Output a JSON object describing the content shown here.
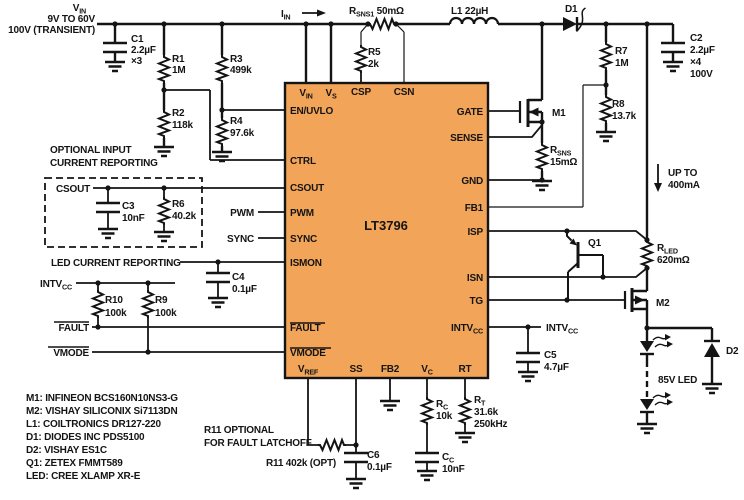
{
  "source": {
    "v": "V",
    "sub": "IN",
    "range": "9V TO 60V",
    "transient": "100V (TRANSIENT)"
  },
  "parts": {
    "c1": [
      "C1",
      "2.2µF",
      "×3"
    ],
    "r1": [
      "R1",
      "1M"
    ],
    "r2": [
      "R2",
      "118k"
    ],
    "r3": [
      "R3",
      "499k"
    ],
    "r4": [
      "R4",
      "97.6k"
    ],
    "r5": [
      "R5",
      "2k"
    ],
    "rsns1": {
      "m": "R",
      "s": "SNS1",
      "v": " 50mΩ"
    },
    "l1": "L1 22µH",
    "d1": "D1",
    "r7": [
      "R7",
      "1M"
    ],
    "r8": [
      "R8",
      "13.7k"
    ],
    "c2": [
      "C2",
      "2.2µF",
      "×4",
      "100V"
    ],
    "m1": "M1",
    "rsns": {
      "m": "R",
      "s": "SNS",
      "v": "15mΩ"
    },
    "c3": [
      "C3",
      "10nF"
    ],
    "r6": [
      "R6",
      "40.2k"
    ],
    "c4": [
      "C4",
      "0.1µF"
    ],
    "r9": [
      "R9",
      "100k"
    ],
    "r10": [
      "R10",
      "100k"
    ],
    "c5": [
      "C5",
      "4.7µF"
    ],
    "c6": [
      "C6",
      "0.1µF"
    ],
    "rc": {
      "m": "R",
      "s": "C",
      "v": "10k"
    },
    "cc": {
      "m": "C",
      "s": "C",
      "v": "10nF"
    },
    "rt": {
      "m": "R",
      "s": "T",
      "v1": "31.6k",
      "v2": "250kHz"
    },
    "r11": "R11 402k (OPT)",
    "q1": "Q1",
    "rled": {
      "m": "R",
      "s": "LED",
      "v": "620mΩ"
    },
    "m2": "M2",
    "d2": "D2"
  },
  "notes": {
    "iin": {
      "m": "I",
      "s": "IN"
    },
    "optional1": "OPTIONAL INPUT",
    "optional2": "CURRENT REPORTING",
    "csout": "CSOUT",
    "pwm": "PWM",
    "sync": "SYNC",
    "led_reporting": "LED CURRENT REPORTING",
    "intvcc": {
      "m": "INTV",
      "s": "CC"
    },
    "fault": "FAULT",
    "vmode": "VMODE",
    "up1": "UP TO",
    "up2": "400mA",
    "led_string": "85V LED",
    "r11_note1": "R11 OPTIONAL",
    "r11_note2": "FOR FAULT LATCHOFF"
  },
  "bom": [
    "M1: INFINEON BCS160N10NS3-G",
    "M2: VISHAY SILICONIX Si7113DN",
    "L1: COILTRONICS DR127-220",
    "D1: DIODES INC PDS5100",
    "D2: VISHAY ES1C",
    "Q1: ZETEX FMMT589",
    "LED: CREE XLAMP XR-E"
  ],
  "ic": {
    "name": "LT3796",
    "pins": {
      "vin": {
        "m": "V",
        "s": "IN"
      },
      "vs": {
        "m": "V",
        "s": "S"
      },
      "csp": "CSP",
      "csn": "CSN",
      "en": "EN/UVLO",
      "ctrl": "CTRL",
      "csout": "CSOUT",
      "pwm": "PWM",
      "sync": "SYNC",
      "ismon": "ISMON",
      "fault": "FAULT",
      "vmode": "VMODE",
      "gate": "GATE",
      "sense": "SENSE",
      "gnd": "GND",
      "fb1": "FB1",
      "isp": "ISP",
      "isn": "ISN",
      "tg": "TG",
      "intvcc": {
        "m": "INTV",
        "s": "CC"
      },
      "vref": {
        "m": "V",
        "s": "REF"
      },
      "ss": "SS",
      "fb2": "FB2",
      "vc": {
        "m": "V",
        "s": "C"
      },
      "rt": "RT"
    }
  },
  "colors": {
    "ic_fill": "#f2a558",
    "wire": "#141414",
    "bg": "#ffffff"
  }
}
